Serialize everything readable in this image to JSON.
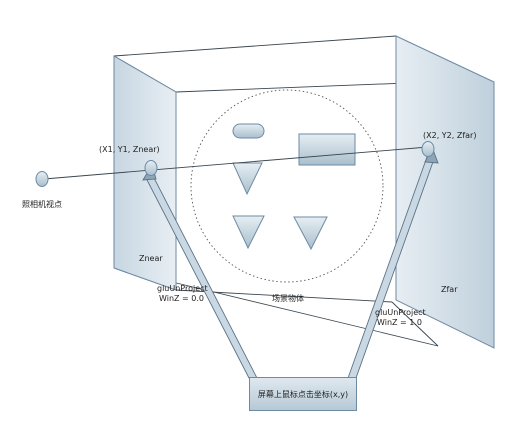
{
  "labels": {
    "camera_viewpoint": "照相机视点",
    "near_point": "(X1, Y1, Znear)",
    "far_point": "(X2, Y2, Zfar)",
    "near_plane": "Znear",
    "far_plane": "Zfar",
    "near_unproject_func": "gluUnProject",
    "near_unproject_winz": "WinZ = 0.0",
    "far_unproject_func": "gluUnProject",
    "far_unproject_winz": "WinZ = 1.0",
    "scene_objects": "场景物体",
    "screen_mouse_coord": "屏幕上鼠标点击坐标(x,y)"
  },
  "colors": {
    "panel_fill": "#d6e2ea",
    "panel_stroke": "#6d8aa3",
    "shape_fill": "#c5d6e1",
    "line": "#3a4650"
  }
}
